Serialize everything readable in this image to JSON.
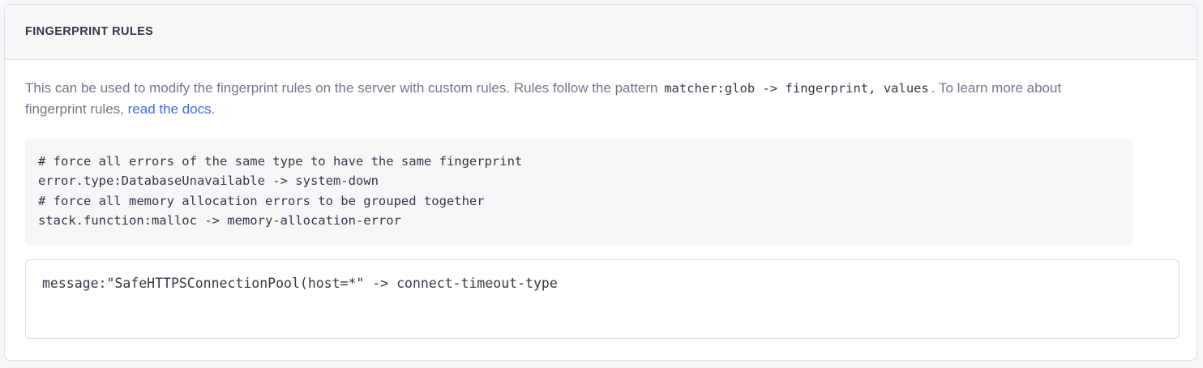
{
  "panel": {
    "title": "FINGERPRINT RULES",
    "description": {
      "text_before_code": "This can be used to modify the fingerprint rules on the server with custom rules. Rules follow the pattern ",
      "inline_code": "matcher:glob -> fingerprint, values",
      "text_after_code": ". To learn more about fingerprint rules, ",
      "link_text": "read the docs",
      "text_after_link": "."
    },
    "example_code": "# force all errors of the same type to have the same fingerprint\nerror.type:DatabaseUnavailable -> system-down\n# force all memory allocation errors to be grouped together\nstack.function:malloc -> memory-allocation-error",
    "rules_input": {
      "value": "message:\"SafeHTTPSConnectionPool(host=*\" -> connect-timeout-type",
      "placeholder": ""
    }
  },
  "colors": {
    "page_background": "#f7f7f9",
    "panel_background": "#ffffff",
    "panel_border": "#e3e2e9",
    "header_background": "#f8f8fa",
    "header_border": "#dedde5",
    "title_text": "#3b3249",
    "description_text": "#7a7387",
    "code_text": "#3b3449",
    "code_block_background": "#f7f7fa",
    "link": "#3c6df0",
    "input_border": "#dddbe4"
  }
}
